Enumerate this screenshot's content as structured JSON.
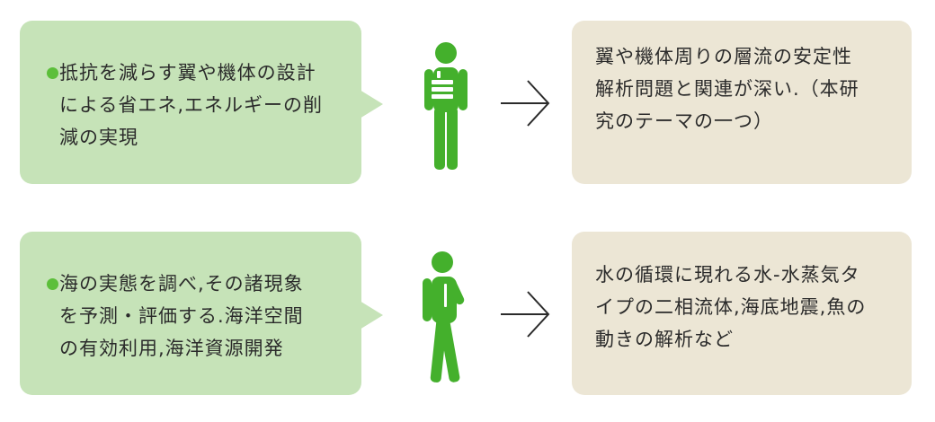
{
  "rows": [
    {
      "goal_lines": [
        "抵抗を減らす翼や機体の設計",
        "による省エネ,エネルギーの削",
        "減の実現"
      ],
      "result_lines": [
        "翼や機体周りの層流の安定性",
        "解析問題と関連が深い.（本研",
        "究のテーマの一つ）"
      ]
    },
    {
      "goal_lines": [
        "海の実態を調べ,その諸現象",
        "を予測・評価する.海洋空間",
        "の有効利用,海洋資源開発"
      ],
      "result_lines": [
        "水の循環に現れる水-水蒸気タ",
        "イプの二相流体,海底地震,魚の",
        "動きの解析など"
      ]
    }
  ],
  "colors": {
    "goal_bubble": "#c6e3b8",
    "result_box": "#ece6d5",
    "person": "#44b02c",
    "bullet": "#5cbf3a",
    "text": "#2b2b2b"
  },
  "icons": [
    "bullet-dot",
    "person-holding-notes-icon",
    "person-thinking-icon",
    "arrow-right-icon"
  ]
}
